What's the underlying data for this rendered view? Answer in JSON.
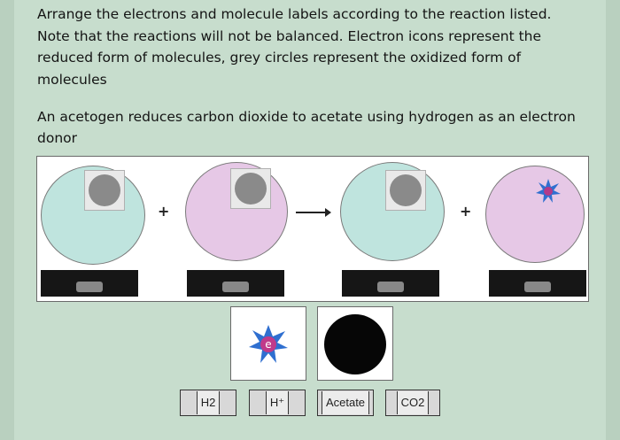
{
  "instructions": {
    "line1": "Arrange the electrons and molecule labels according to the reaction listed.",
    "line2": "Note that the reactions will not be balanced. Electron icons represent the",
    "line3": "reduced form of molecules, grey circles represent the oxidized form of",
    "line4": "molecules"
  },
  "question": {
    "line1": "An acetogen reduces carbon dioxide to acetate using hydrogen as an electron",
    "line2": "donor"
  },
  "reaction": {
    "plus_left": "+",
    "plus_right": "+",
    "arrow": "→"
  },
  "palette": {
    "electron_icon": "e",
    "grey_circle": "oxidized-form"
  },
  "labels": {
    "h2": "H2",
    "h_plus": "H⁺",
    "acetate": "Acetate",
    "co2": "CO2"
  },
  "colors": {
    "teal_circle": "#bfe4de",
    "pink_circle": "#e6c8e6",
    "electron_blue": "#2f6fd0"
  }
}
